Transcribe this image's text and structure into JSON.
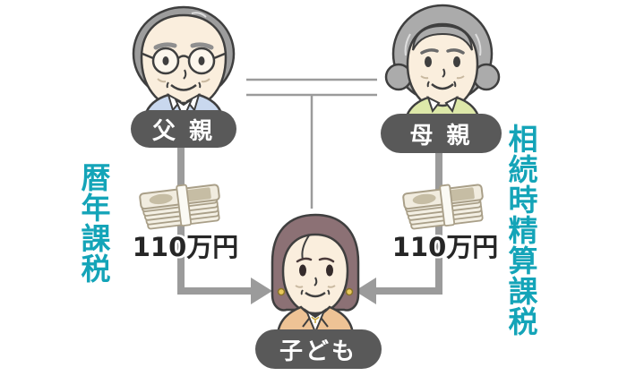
{
  "people": {
    "father": {
      "label": "父 親"
    },
    "mother": {
      "label": "母 親"
    },
    "child": {
      "label": "子ども"
    }
  },
  "gifts": {
    "left_amount": "110万円",
    "right_amount": "110万円"
  },
  "tax_labels": {
    "left": "暦年課税",
    "right": "相続時精算課税"
  },
  "icons": {
    "left_money": "banknote-stack-icon",
    "right_money": "banknote-stack-icon",
    "left_arrow": "elbow-arrow-right-icon",
    "right_arrow": "elbow-arrow-left-icon"
  },
  "colors": {
    "teal": "#14a4b8",
    "pill_bg": "#595959",
    "pill_text": "#ffffff",
    "line_gray": "#9b9b9b",
    "amount_text": "#262626",
    "background": "#ffffff"
  }
}
